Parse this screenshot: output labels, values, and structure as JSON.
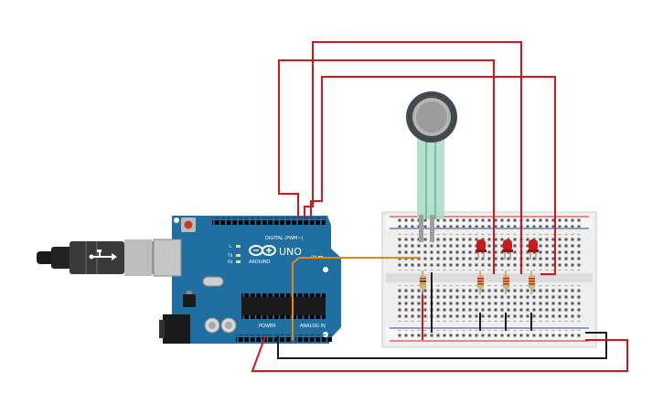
{
  "board": {
    "model": "UNO",
    "brand": "ARDUINO",
    "digital_label": "DIGITAL (PWM~)",
    "power_label": "POWER",
    "analog_label": "ANALOG IN",
    "led_labels": [
      "L",
      "TX",
      "RX"
    ],
    "on_label": "ON",
    "color": "#1f6fa3"
  },
  "components": {
    "sensor": "force-sensitive-resistor",
    "leds": [
      "led-1",
      "led-2",
      "led-3"
    ],
    "resistors": [
      "resistor-fsr",
      "resistor-led-1",
      "resistor-led-2",
      "resistor-led-3"
    ]
  },
  "colors": {
    "wire_power": "#d9141b",
    "wire_ground": "#1a1a1a",
    "wire_signal": "#e8870d",
    "led": "#c81c1c",
    "breadboard": "#efefef"
  }
}
